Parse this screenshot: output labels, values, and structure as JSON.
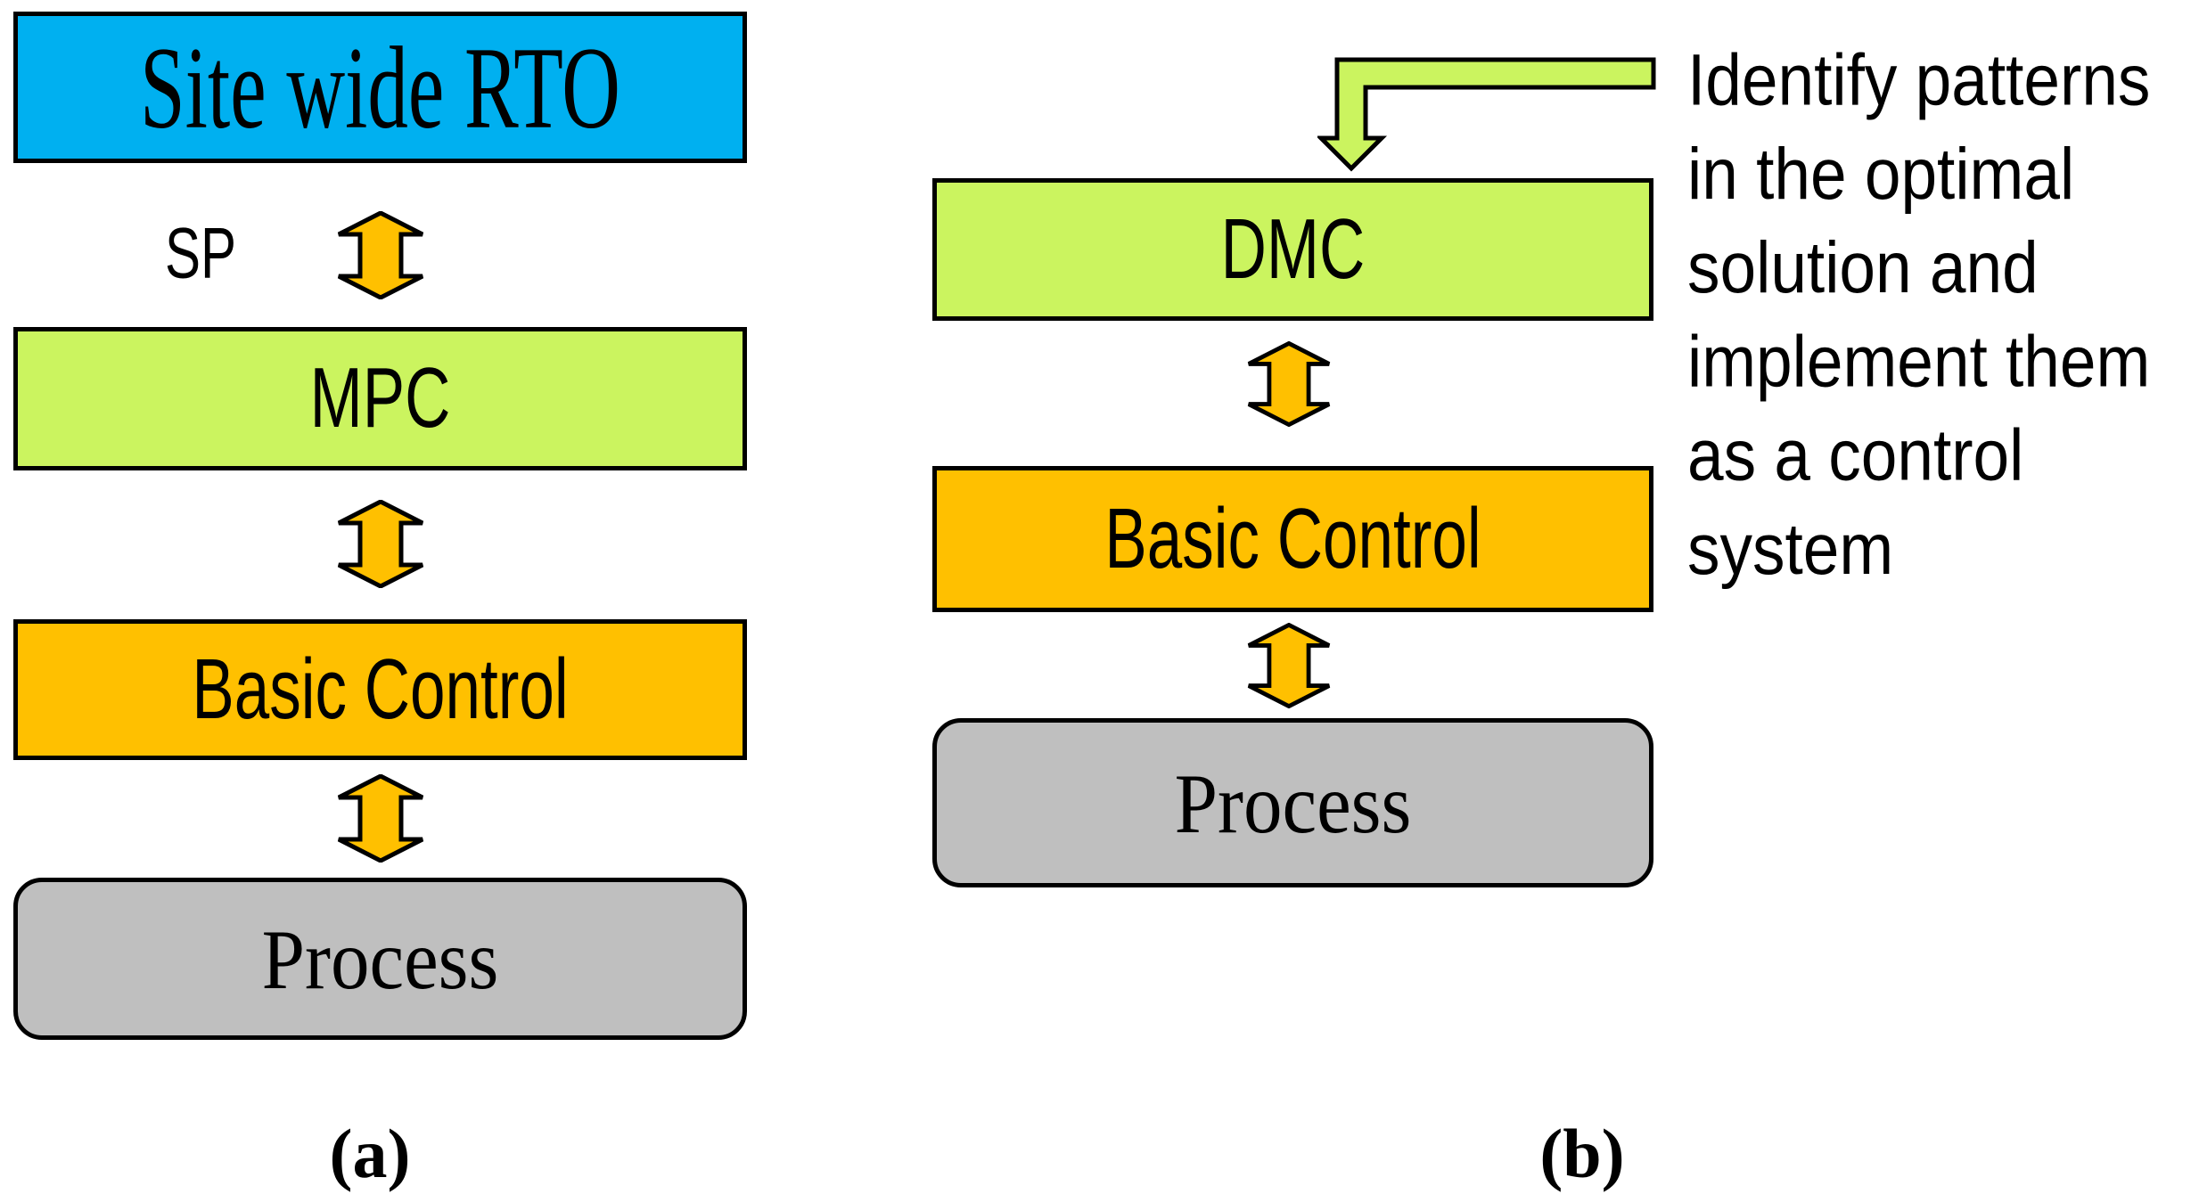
{
  "colors": {
    "box_blue": "#00B0F0",
    "box_green": "#CBF45F",
    "box_orange": "#FFC000",
    "box_gray": "#BFBFBF",
    "arrow_orange": "#FFC000",
    "arrow_green": "#CBF45F",
    "outline_black": "#000000"
  },
  "panel_a": {
    "caption": "(a)",
    "setpoint_label": "SP",
    "boxes": {
      "top": "Site wide RTO",
      "mpc": "MPC",
      "basic_control": "Basic Control",
      "process": "Process"
    }
  },
  "panel_b": {
    "caption": "(b)",
    "boxes": {
      "dmc": "DMC",
      "basic_control": "Basic Control",
      "process": "Process"
    },
    "annotation": "Identify patterns\nin the optimal\nsolution and\nimplement them\nas a control\nsystem"
  }
}
